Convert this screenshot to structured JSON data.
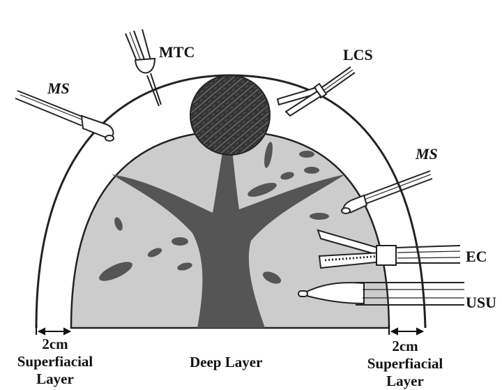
{
  "labels": {
    "ms_left": "MS",
    "mtc": "MTC",
    "lcs": "LCS",
    "ms_right": "MS",
    "ec": "EC",
    "usu": "USU",
    "margin_left": "2cm",
    "superficial_left": "Superfiacial",
    "layer_left": "Layer",
    "deep_layer": "Deep Layer",
    "margin_right": "2cm",
    "superficial_right": "Superfiacial",
    "layer_right": "Layer"
  },
  "colors": {
    "tissue": "#cccccc",
    "vessel": "#555555",
    "tumor": "#333333",
    "outline": "#222222"
  }
}
